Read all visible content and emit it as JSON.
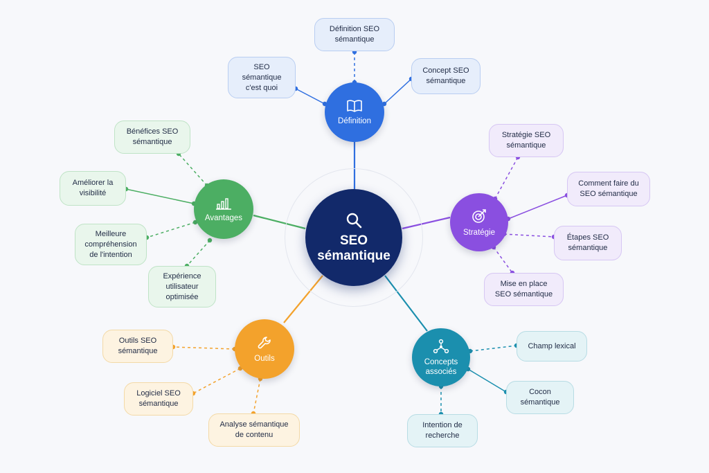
{
  "center": {
    "line1": "SEO",
    "line2": "sémantique",
    "icon": "magnifier-icon"
  },
  "branches": {
    "definition": {
      "label": "Définition",
      "icon": "open-book-icon",
      "color": "#2f6fe0",
      "leaves": [
        {
          "lines": [
            "Définition SEO",
            "sémantique"
          ]
        },
        {
          "lines": [
            "SEO",
            "sémantique",
            "c'est quoi"
          ]
        },
        {
          "lines": [
            "Concept SEO",
            "sémantique"
          ]
        }
      ]
    },
    "strategie": {
      "label": "Stratégie",
      "icon": "target-icon",
      "color": "#8a4fe0",
      "leaves": [
        {
          "lines": [
            "Stratégie SEO",
            "sémantique"
          ]
        },
        {
          "lines": [
            "Comment faire du",
            "SEO sémantique"
          ]
        },
        {
          "lines": [
            "Étapes SEO",
            "sémantique"
          ]
        },
        {
          "lines": [
            "Mise en place",
            "SEO sémantique"
          ]
        }
      ]
    },
    "avantages": {
      "label": "Avantages",
      "icon": "bar-chart-icon",
      "color": "#4cae63",
      "leaves": [
        {
          "lines": [
            "Bénéfices SEO",
            "sémantique"
          ]
        },
        {
          "lines": [
            "Améliorer la",
            "visibilité"
          ]
        },
        {
          "lines": [
            "Meilleure",
            "compréhension",
            "de l'intention"
          ]
        },
        {
          "lines": [
            "Expérience",
            "utilisateur",
            "optimisée"
          ]
        }
      ]
    },
    "outils": {
      "label": "Outils",
      "icon": "wrench-icon",
      "color": "#f3a22c",
      "leaves": [
        {
          "lines": [
            "Outils SEO",
            "sémantique"
          ]
        },
        {
          "lines": [
            "Logiciel SEO",
            "sémantique"
          ]
        },
        {
          "lines": [
            "Analyse sémantique",
            "de contenu"
          ]
        }
      ]
    },
    "concepts": {
      "label": "Concepts associés",
      "labelLines": [
        "Concepts",
        "associés"
      ],
      "icon": "network-nodes-icon",
      "color": "#1b8fae",
      "leaves": [
        {
          "lines": [
            "Champ lexical"
          ]
        },
        {
          "lines": [
            "Cocon",
            "sémantique"
          ]
        },
        {
          "lines": [
            "Intention de",
            "recherche"
          ]
        }
      ]
    }
  }
}
